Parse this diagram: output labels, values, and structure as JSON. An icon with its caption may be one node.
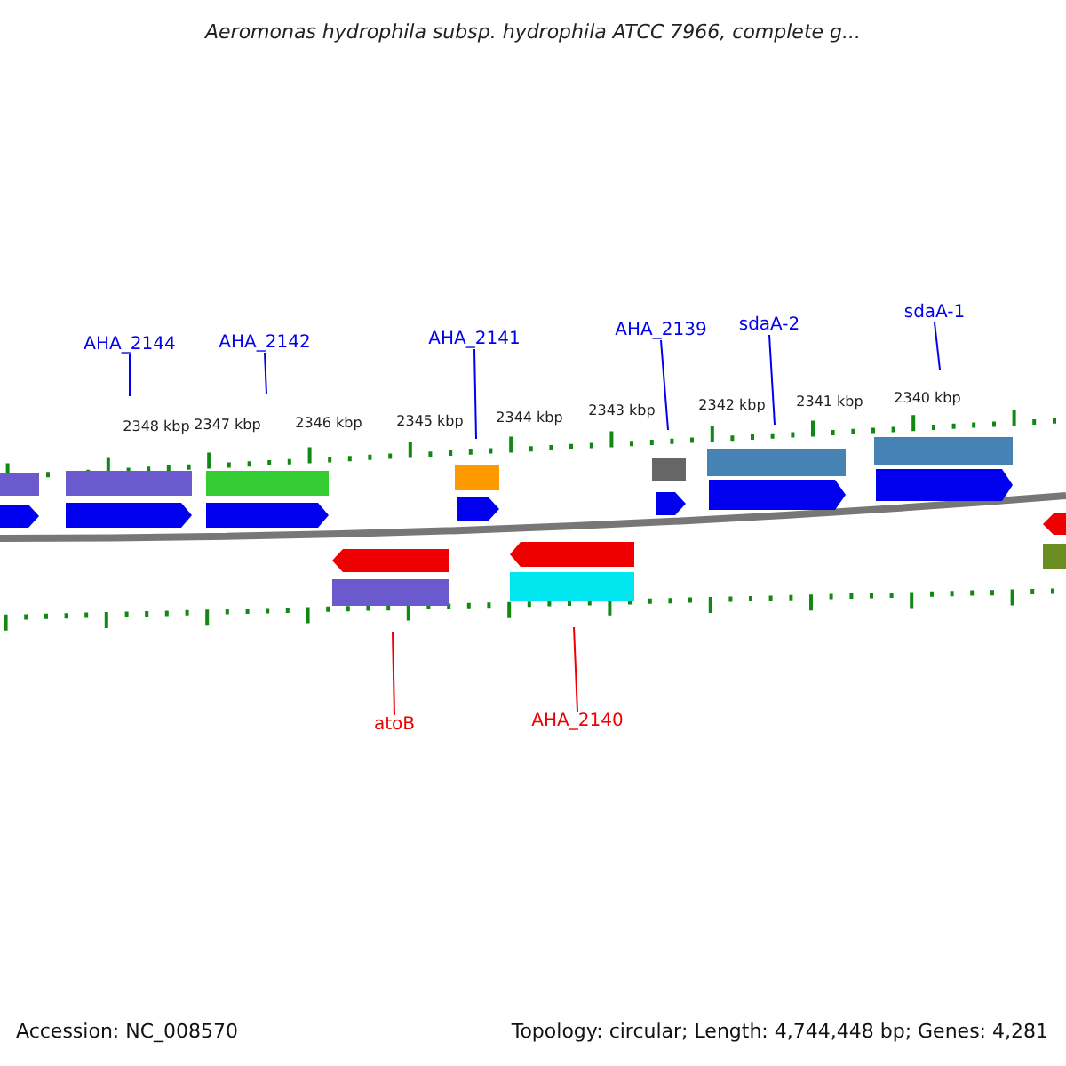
{
  "diagram": {
    "title": "Aeromonas hydrophila subsp. hydrophila ATCC 7966, complete g...",
    "nodes": [
      {
        "text": [
          "AHA_2144"
        ]
      },
      {
        "text": [
          "AHA_2142"
        ]
      },
      {
        "text": [
          "AHA_2141"
        ]
      },
      {
        "text": [
          "AHA_2139"
        ]
      },
      {
        "text": [
          "sdaA-2"
        ]
      },
      {
        "text": [
          "sdaA-1"
        ]
      },
      {
        "text": [
          "atoB"
        ]
      },
      {
        "text": [
          "AHA_2140"
        ]
      }
    ],
    "edges": [
      {
        "from": 0,
        "to": null,
        "arrow": "none"
      },
      {
        "from": 1,
        "to": null,
        "arrow": "none"
      },
      {
        "from": 2,
        "to": null,
        "arrow": "none"
      },
      {
        "from": 3,
        "to": null,
        "arrow": "none"
      },
      {
        "from": 4,
        "to": null,
        "arrow": "none"
      },
      {
        "from": 5,
        "to": null,
        "arrow": "none"
      },
      {
        "from": 6,
        "to": null,
        "arrow": "none",
        "color": "#ee0000"
      },
      {
        "from": 7,
        "to": null,
        "arrow": "none",
        "color": "#ee0000"
      }
    ],
    "labels": [
      "2348 kbp",
      "2347 kbp",
      "2346 kbp",
      "2345 kbp",
      "2344 kbp",
      "2343 kbp",
      "2342 kbp",
      "2341 kbp",
      "2340 kbp",
      "Accession: NC_008570",
      "Topology: circular; Length: 4,744,448 bp; Genes: 4,281"
    ]
  }
}
